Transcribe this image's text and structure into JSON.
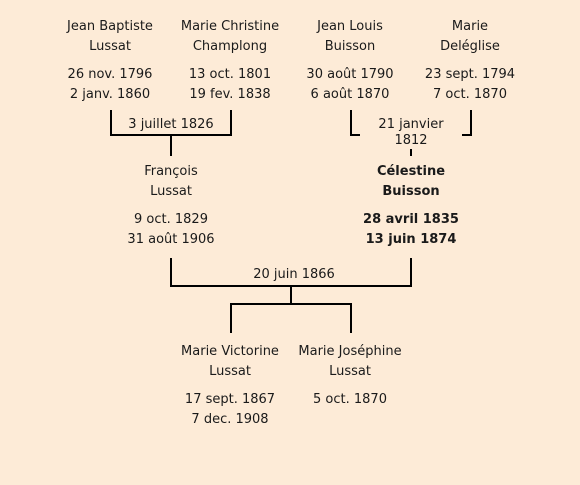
{
  "people": {
    "jean_baptiste": {
      "first": "Jean Baptiste",
      "last": "Lussat",
      "birth": "26 nov. 1796",
      "death": "2 janv. 1860"
    },
    "marie_christine": {
      "first": "Marie Christine",
      "last": "Champlong",
      "birth": "13 oct. 1801",
      "death": "19 fev. 1838"
    },
    "jean_louis": {
      "first": "Jean Louis",
      "last": "Buisson",
      "birth": "30 août 1790",
      "death": "6 août 1870"
    },
    "marie_deleglise": {
      "first": "Marie",
      "last": "Deléglise",
      "birth": "23 sept. 1794",
      "death": "7 oct. 1870"
    },
    "francois": {
      "first": "François",
      "last": "Lussat",
      "birth": "9 oct. 1829",
      "death": "31 août 1906"
    },
    "celestine": {
      "first": "Célestine",
      "last": "Buisson",
      "birth": "28 avril 1835",
      "death": "13 juin 1874"
    },
    "marie_victorine": {
      "first": "Marie Victorine",
      "last": "Lussat",
      "birth": "17 sept. 1867",
      "death": "7 dec. 1908"
    },
    "marie_josephine": {
      "first": "Marie Joséphine",
      "last": "Lussat",
      "birth": "5 oct. 1870"
    }
  },
  "marriages": {
    "lussat_champlong": "3 juillet 1826",
    "buisson_deleglise": "21 janvier 1812",
    "lussat_buisson": "20 juin 1866"
  }
}
